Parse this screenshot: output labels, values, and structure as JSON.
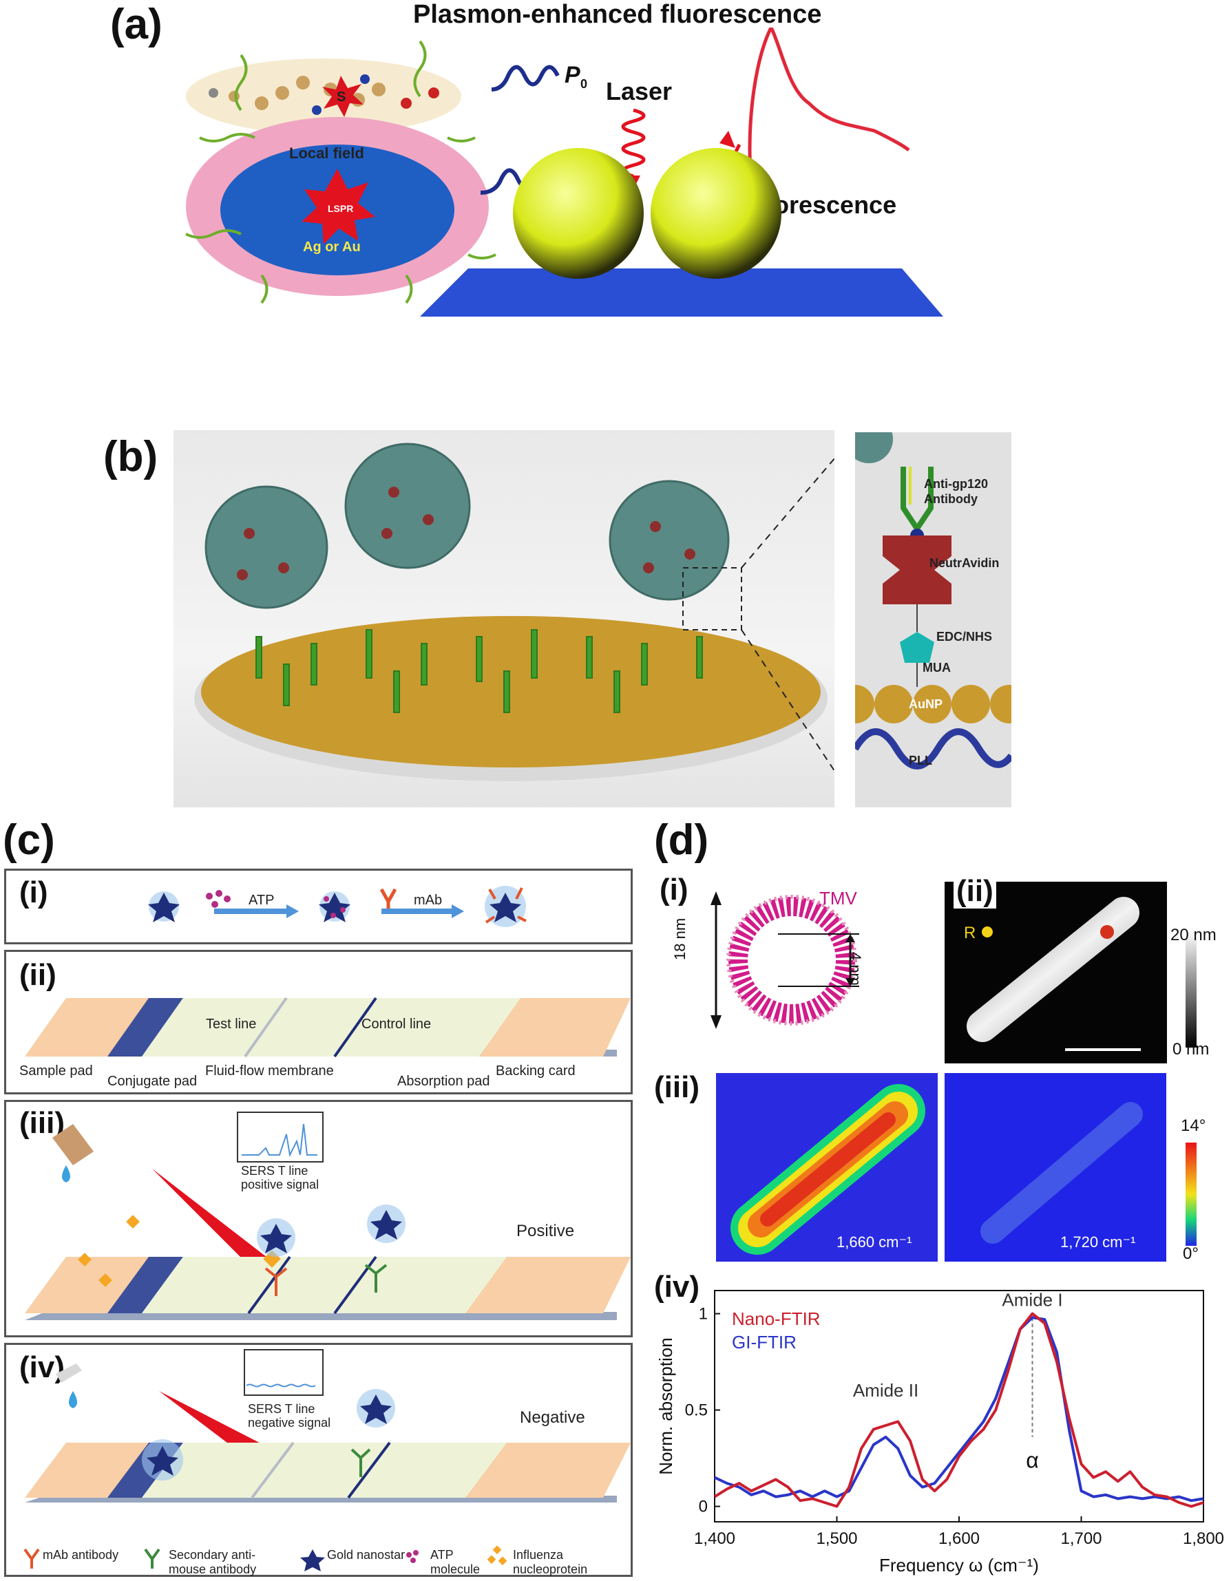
{
  "panel_a": {
    "label": "(a)",
    "title": "Plasmon-enhanced fluorescence",
    "laser": "Laser",
    "fluorescence": "Fluorescence",
    "local_field": "Local field",
    "lspr": "LSPR",
    "metal": "Ag or Au",
    "s_label": "S",
    "p0": "P",
    "p0_sub": "0"
  },
  "panel_b": {
    "label": "(b)",
    "antibody": "Anti-gp120",
    "antibody2": "Antibody",
    "neutravidin": "NeutrAvidin",
    "edc": "EDC/NHS",
    "mua": "MUA",
    "aunp": "AuNP",
    "pll": "PLL"
  },
  "panel_c": {
    "label": "(c)",
    "i": {
      "label": "(i)",
      "atp": "ATP",
      "mab": "mAb"
    },
    "ii": {
      "label": "(ii)",
      "test_line": "Test line",
      "control_line": "Control line",
      "sample_pad": "Sample pad",
      "conjugate_pad": "Conjugate pad",
      "membrane": "Fluid-flow membrane",
      "absorption_pad": "Absorption pad",
      "backing_card": "Backing card"
    },
    "iii": {
      "label": "(iii)",
      "inset1": "SERS T line",
      "inset2": "positive signal",
      "state": "Positive"
    },
    "iv": {
      "label": "(iv)",
      "inset1": "SERS T line",
      "inset2": "negative signal",
      "state": "Negative"
    },
    "legend": {
      "mab": "mAb antibody",
      "secondary1": "Secondary anti-",
      "secondary2": "mouse antibody",
      "nanostar": "Gold nanostar",
      "atp1": "ATP",
      "atp2": "molecule",
      "influenza1": "Influenza",
      "influenza2": "nucleoprotein"
    }
  },
  "panel_d": {
    "label": "(d)",
    "i": {
      "label": "(i)",
      "tmv": "TMV",
      "dim18": "18 nm",
      "dim4": "4 nm"
    },
    "ii": {
      "label": "(ii)",
      "r": "R",
      "scale_top": "20 nm",
      "scale_bottom": "0 nm"
    },
    "iii": {
      "label": "(iii)",
      "wn1": "1,660 cm⁻¹",
      "wn2": "1,720 cm⁻¹",
      "scale_top": "14°",
      "scale_bottom": "0°"
    },
    "iv": {
      "label": "(iv)"
    }
  },
  "chart_data": {
    "type": "line",
    "xlabel": "Frequency ω (cm⁻¹)",
    "ylabel": "Norm. absorption",
    "xlim": [
      1400,
      1800
    ],
    "ylim": [
      -0.08,
      1.12
    ],
    "xticks": [
      "1,400",
      "1,500",
      "1,600",
      "1,700",
      "1,800"
    ],
    "yticks": [
      "0",
      "0.5",
      "1"
    ],
    "ytick_values": [
      0,
      0.5,
      1
    ],
    "xtick_values": [
      1400,
      1500,
      1600,
      1700,
      1800
    ],
    "annotations": {
      "amide1": "Amide I",
      "amide2": "Amide II",
      "alpha": "α"
    },
    "series": [
      {
        "name": "Nano-FTIR",
        "color": "#cc1f2e",
        "x": [
          1400,
          1410,
          1420,
          1430,
          1440,
          1450,
          1460,
          1470,
          1480,
          1490,
          1500,
          1510,
          1520,
          1530,
          1540,
          1550,
          1560,
          1570,
          1580,
          1590,
          1600,
          1610,
          1620,
          1630,
          1640,
          1650,
          1660,
          1670,
          1680,
          1690,
          1700,
          1710,
          1720,
          1730,
          1740,
          1750,
          1760,
          1770,
          1780,
          1790,
          1800
        ],
        "y": [
          0.05,
          0.09,
          0.12,
          0.08,
          0.11,
          0.14,
          0.1,
          0.03,
          0.04,
          0.02,
          0.0,
          0.1,
          0.3,
          0.4,
          0.42,
          0.44,
          0.34,
          0.14,
          0.08,
          0.14,
          0.26,
          0.34,
          0.4,
          0.5,
          0.7,
          0.92,
          1.0,
          0.95,
          0.75,
          0.46,
          0.22,
          0.15,
          0.18,
          0.13,
          0.18,
          0.1,
          0.06,
          0.05,
          0.02,
          0.0,
          0.02
        ]
      },
      {
        "name": "GI-FTIR",
        "color": "#2a35c9",
        "x": [
          1400,
          1410,
          1420,
          1430,
          1440,
          1450,
          1460,
          1470,
          1480,
          1490,
          1500,
          1510,
          1520,
          1530,
          1540,
          1550,
          1560,
          1570,
          1580,
          1590,
          1600,
          1610,
          1620,
          1630,
          1640,
          1650,
          1660,
          1670,
          1680,
          1690,
          1700,
          1710,
          1720,
          1730,
          1740,
          1750,
          1760,
          1770,
          1780,
          1790,
          1800
        ],
        "y": [
          0.15,
          0.12,
          0.1,
          0.06,
          0.08,
          0.05,
          0.06,
          0.08,
          0.05,
          0.08,
          0.05,
          0.08,
          0.2,
          0.32,
          0.36,
          0.3,
          0.16,
          0.1,
          0.12,
          0.2,
          0.28,
          0.36,
          0.44,
          0.56,
          0.74,
          0.92,
          0.98,
          0.97,
          0.8,
          0.4,
          0.08,
          0.05,
          0.06,
          0.04,
          0.05,
          0.04,
          0.05,
          0.04,
          0.05,
          0.03,
          0.04
        ]
      }
    ]
  }
}
